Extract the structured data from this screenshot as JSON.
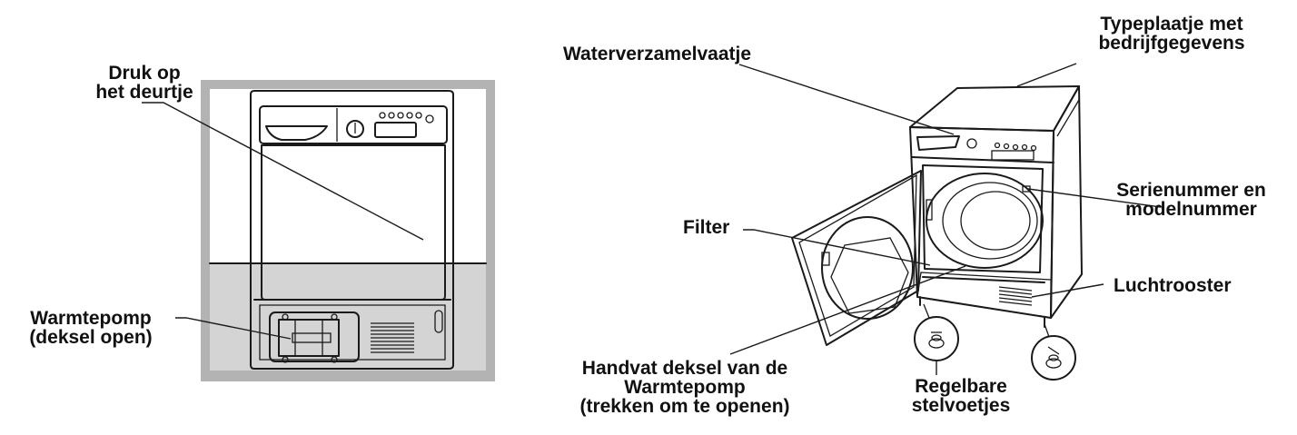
{
  "labels": {
    "druk": [
      "Druk op",
      "het deurtje"
    ],
    "warmtepomp": [
      "Warmtepomp",
      "(deksel open)"
    ],
    "waterverzamel": [
      "Waterverzamelvaatje"
    ],
    "typeplaatje": [
      "Typeplaatje met",
      "bedrijfgegevens"
    ],
    "serienummer": [
      "Serienummer en",
      "modelnummer"
    ],
    "filter": [
      "Filter"
    ],
    "luchtrooster": [
      "Luchtrooster"
    ],
    "handvat": [
      "Handvat deksel van de",
      "Warmtepomp",
      "(trekken om te openen)"
    ],
    "regelbare": [
      "Regelbare",
      "stelvoetjes"
    ]
  },
  "colors": {
    "ink": "#1a1a1a",
    "frame": "#b3b3b3",
    "wall": "#ffffff",
    "floor": "#d4d4d4",
    "machine": "#f7f7f7"
  }
}
